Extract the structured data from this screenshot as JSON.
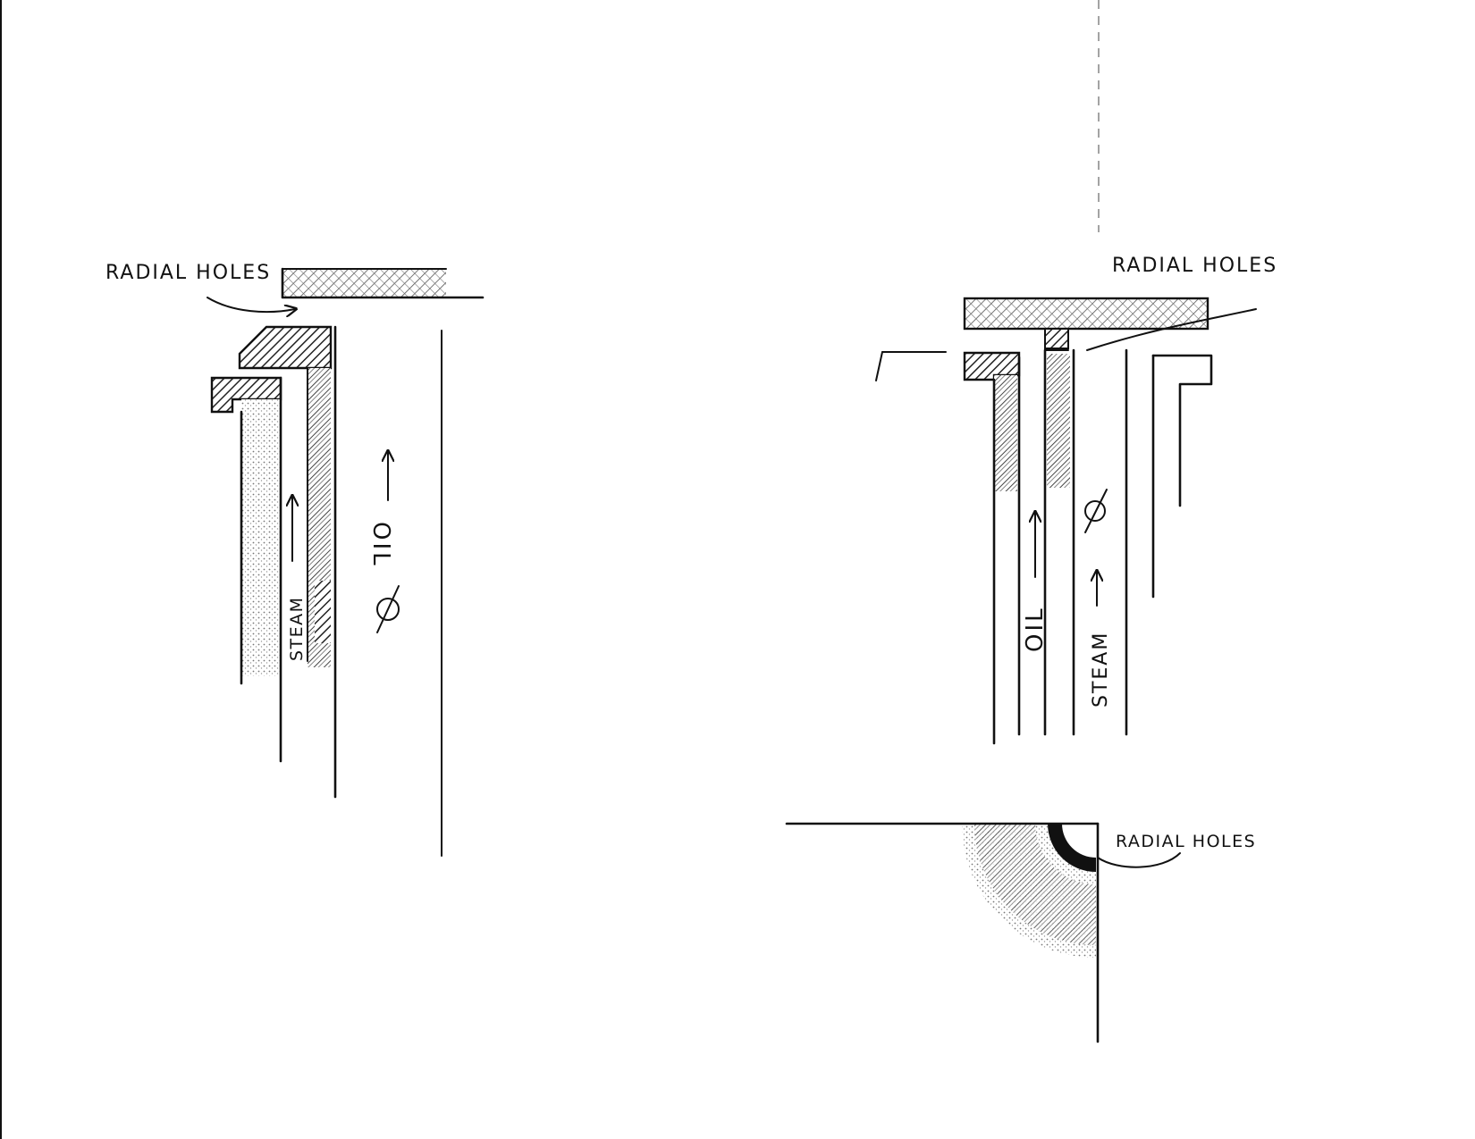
{
  "labels": {
    "left_radial": "RADIAL HOLES",
    "left_steam": "STEAM",
    "left_oil": "OIL",
    "right_radial_top": "RADIAL HOLES",
    "right_oil": "OIL",
    "right_steam": "STEAM",
    "bottom_radial": "RADIAL HOLES"
  },
  "colors": {
    "ink": "#111111",
    "paper": "#ffffff"
  }
}
